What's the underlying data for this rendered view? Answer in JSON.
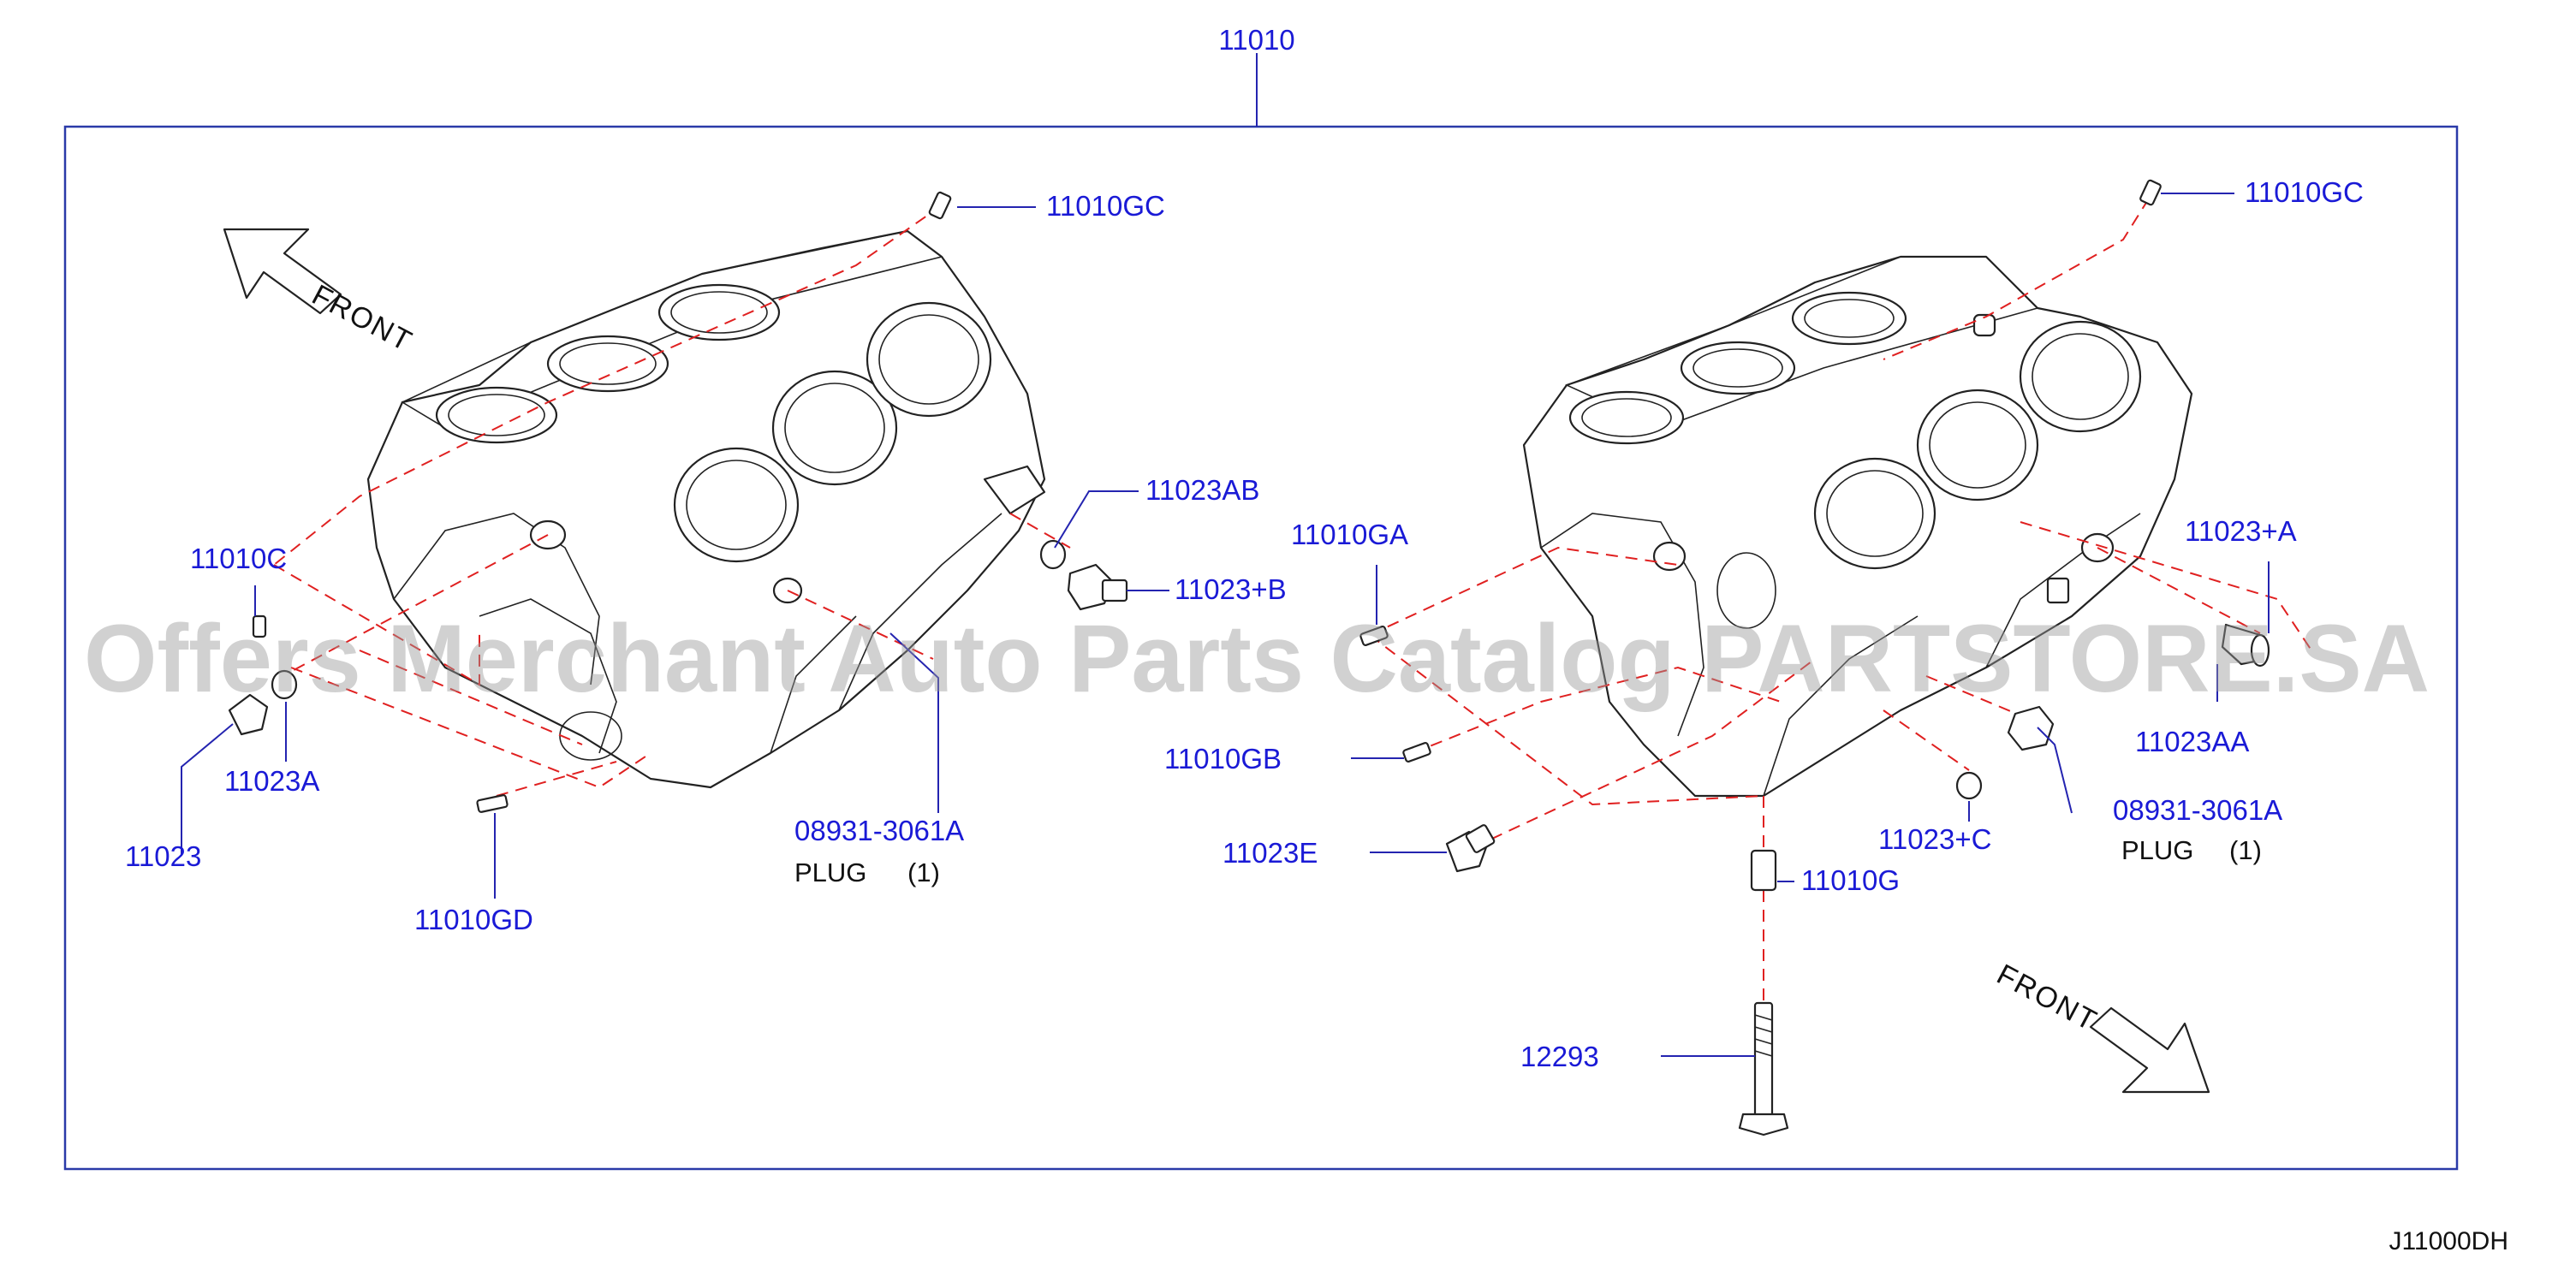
{
  "diagram": {
    "top_callout": "11010",
    "left_block": {
      "callouts": {
        "gc": "11010GC",
        "ab": "11023AB",
        "b": "11023+B",
        "c": "11010C",
        "a": "11023A",
        "plain": "11023",
        "gd": "11010GD",
        "plug_part": "08931-3061A",
        "plug_label": "PLUG",
        "plug_qty": "(1)"
      },
      "front_label": "FRONT"
    },
    "right_block": {
      "callouts": {
        "gc": "11010GC",
        "ga": "11010GA",
        "gb": "11010GB",
        "e": "11023E",
        "plus_a": "11023+A",
        "aa": "11023AA",
        "plus_c": "11023+C",
        "plug_part": "08931-3061A",
        "plug_label": "PLUG",
        "plug_qty": "(1)",
        "g": "11010G",
        "bolt": "12293"
      },
      "front_label": "FRONT"
    },
    "diagram_code": "J11000DH",
    "watermark": "Offers Merchant Auto Parts Catalog PARTSTORE.SA",
    "colors": {
      "callout_text": "#1a1ad6",
      "leader_line": "#2424b0",
      "frame": "#2a3aa8",
      "dashed_line": "#e02020",
      "line_art": "#222222",
      "watermark": "#9a9a9a"
    },
    "icons": [
      "front-arrow-icon",
      "engine-block-icon",
      "bolt-icon",
      "plug-icon",
      "dowel-pin-icon"
    ]
  }
}
